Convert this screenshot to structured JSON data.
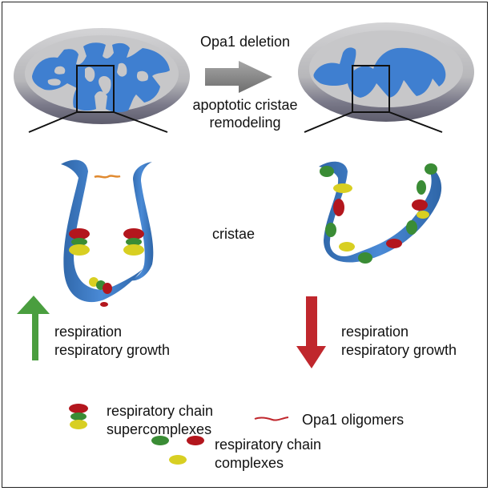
{
  "figure": {
    "transition": {
      "label_top": "Opa1 deletion",
      "label_bottom_line1": "apoptotic cristae",
      "label_bottom_line2": "remodeling"
    },
    "center_label": "cristae",
    "left_effect": {
      "direction": "up",
      "line1": "respiration",
      "line2": "respiratory growth",
      "color": "#4a9e3f"
    },
    "right_effect": {
      "direction": "down",
      "line1": "respiration",
      "line2": "respiratory growth",
      "color": "#c0272d"
    },
    "legend": {
      "supercomplexes_line1": "respiratory chain",
      "supercomplexes_line2": "supercomplexes",
      "opa1": "Opa1 oligomers",
      "complexes_line1": "respiratory chain",
      "complexes_line2": "complexes"
    },
    "colors": {
      "membrane_blue": "#3f7fd0",
      "outer_gray": "#b9b9bd",
      "complex_red": "#b3161d",
      "complex_green": "#3a8c35",
      "complex_yellow": "#d8cf22",
      "opa1_orange": "#e08a30"
    }
  }
}
